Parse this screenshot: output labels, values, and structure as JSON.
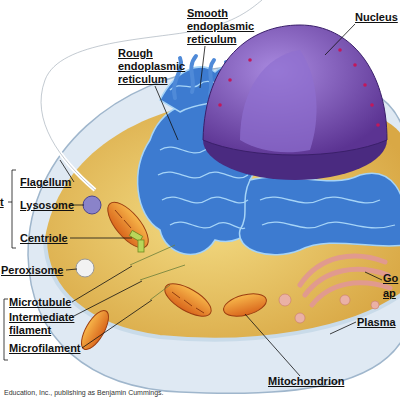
{
  "diagram": {
    "labels": [
      "Rough endoplasmic reticulum",
      "Smooth endoplasmic reticulum",
      "Nucleus",
      "t",
      "Flagellum",
      "Lysosome",
      "Centriole",
      "Peroxisome",
      "Microtubule",
      "Intermediate filament",
      "Microfilament",
      "Mitochondrion",
      "Plasma",
      "Go",
      "ap",
      "Education, Inc., publishing as Benjamin Cummings."
    ]
  }
}
